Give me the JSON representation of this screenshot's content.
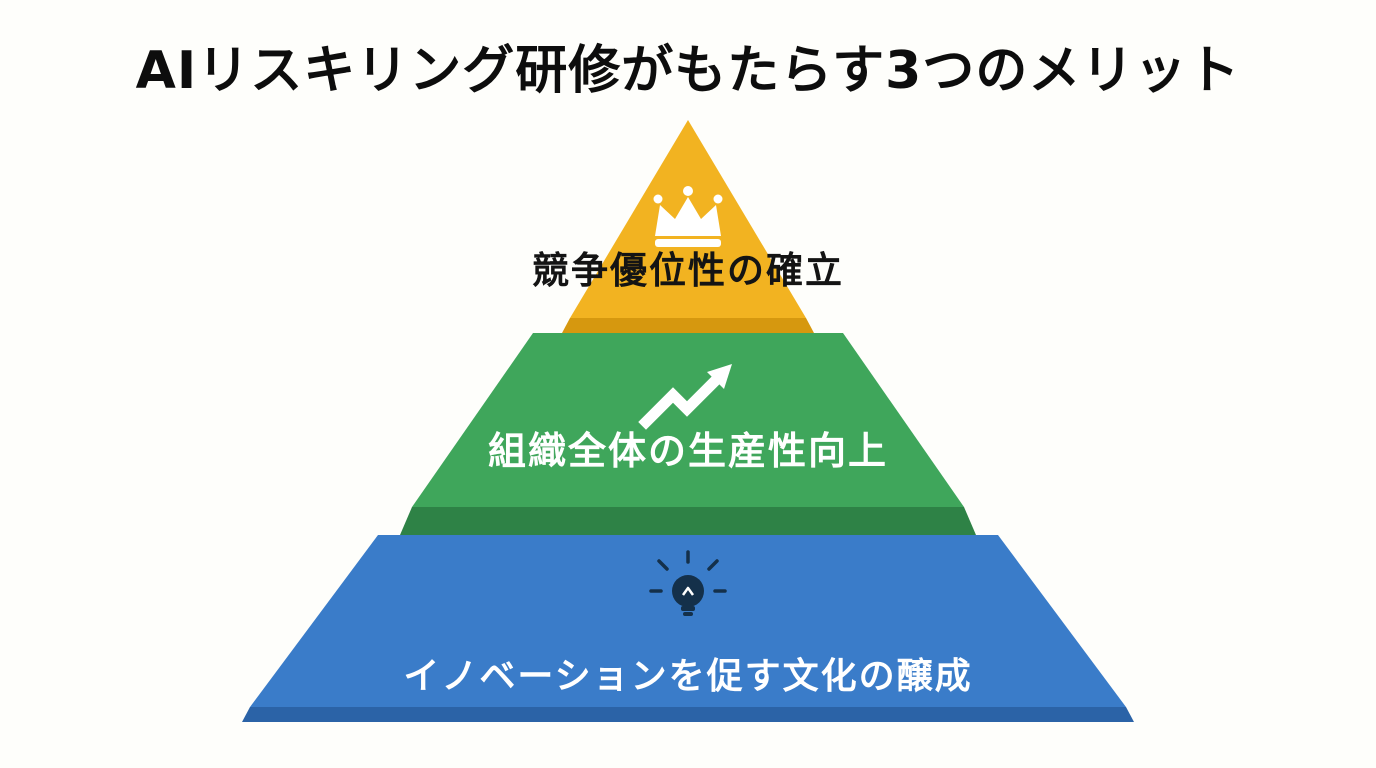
{
  "title": "AIリスキリング研修がもたらす3つのメリット",
  "diagram_type": "pyramid",
  "background_color": "#FEFEFB",
  "tiers": [
    {
      "rank": 1,
      "label": "競争優位性の確立",
      "icon": "crown-icon",
      "color": "#F2B321",
      "edge_color": "#D6980F",
      "text_color": "#141414"
    },
    {
      "rank": 2,
      "label": "組織全体の生産性向上",
      "icon": "trend-up-arrow-icon",
      "color": "#3FA65B",
      "edge_color": "#2E8246",
      "text_color": "#FFFFFF"
    },
    {
      "rank": 3,
      "label": "イノベーションを促す文化の醸成",
      "icon": "lightbulb-icon",
      "color": "#3A7CC9",
      "edge_color": "#2B63A7",
      "text_color": "#FFFFFF"
    }
  ],
  "icon_colors": {
    "crown": "#FFFFFF",
    "trend_arrow": "#FFFFFF",
    "lightbulb": "#14304A"
  }
}
